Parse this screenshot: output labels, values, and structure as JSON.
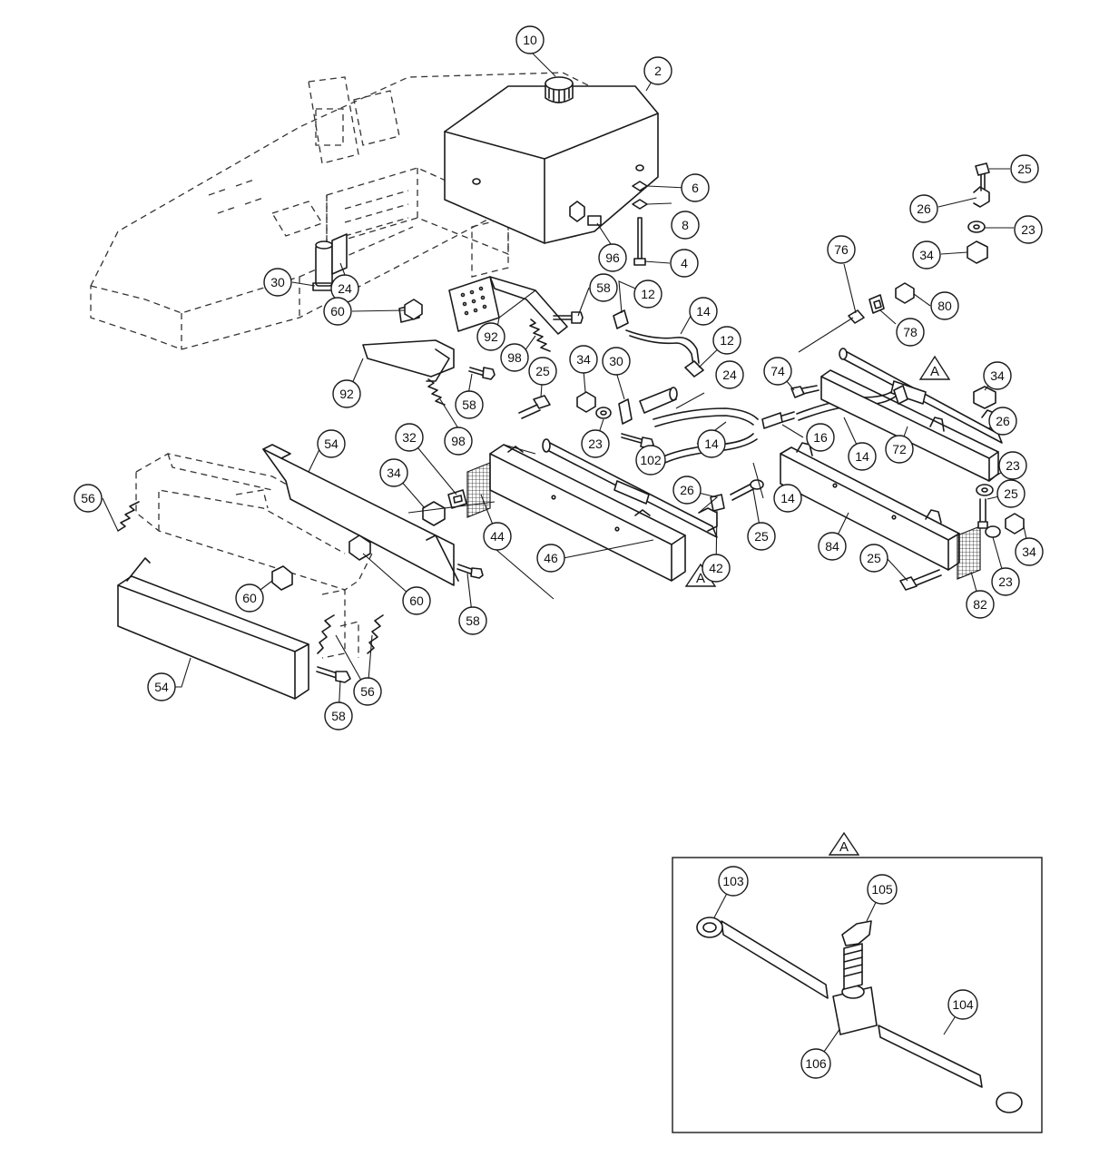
{
  "diagram": {
    "callouts": [
      {
        "label": "10"
      },
      {
        "label": "2"
      },
      {
        "label": "6"
      },
      {
        "label": "8"
      },
      {
        "label": "4"
      },
      {
        "label": "96"
      },
      {
        "label": "25"
      },
      {
        "label": "26"
      },
      {
        "label": "23"
      },
      {
        "label": "34"
      },
      {
        "label": "80"
      },
      {
        "label": "76"
      },
      {
        "label": "78"
      },
      {
        "label": "30"
      },
      {
        "label": "24"
      },
      {
        "label": "60"
      },
      {
        "label": "58"
      },
      {
        "label": "12"
      },
      {
        "label": "14"
      },
      {
        "label": "92"
      },
      {
        "label": "98"
      },
      {
        "label": "12"
      },
      {
        "label": "34"
      },
      {
        "label": "30"
      },
      {
        "label": "24"
      },
      {
        "label": "74"
      },
      {
        "label": "92"
      },
      {
        "label": "58"
      },
      {
        "label": "98"
      },
      {
        "label": "25"
      },
      {
        "label": "34"
      },
      {
        "label": "26"
      },
      {
        "label": "23"
      },
      {
        "label": "102"
      },
      {
        "label": "14"
      },
      {
        "label": "16"
      },
      {
        "label": "14"
      },
      {
        "label": "72"
      },
      {
        "label": "54"
      },
      {
        "label": "32"
      },
      {
        "label": "34"
      },
      {
        "label": "44"
      },
      {
        "label": "14"
      },
      {
        "label": "23"
      },
      {
        "label": "25"
      },
      {
        "label": "56"
      },
      {
        "label": "26"
      },
      {
        "label": "46"
      },
      {
        "label": "42"
      },
      {
        "label": "25"
      },
      {
        "label": "84"
      },
      {
        "label": "34"
      },
      {
        "label": "25"
      },
      {
        "label": "23"
      },
      {
        "label": "60"
      },
      {
        "label": "60"
      },
      {
        "label": "58"
      },
      {
        "label": "82"
      },
      {
        "label": "54"
      },
      {
        "label": "56"
      },
      {
        "label": "58"
      },
      {
        "label": "103"
      },
      {
        "label": "105"
      },
      {
        "label": "104"
      },
      {
        "label": "106"
      }
    ],
    "section_markers": [
      {
        "label": "A"
      },
      {
        "label": "A"
      },
      {
        "label": "A"
      }
    ]
  }
}
